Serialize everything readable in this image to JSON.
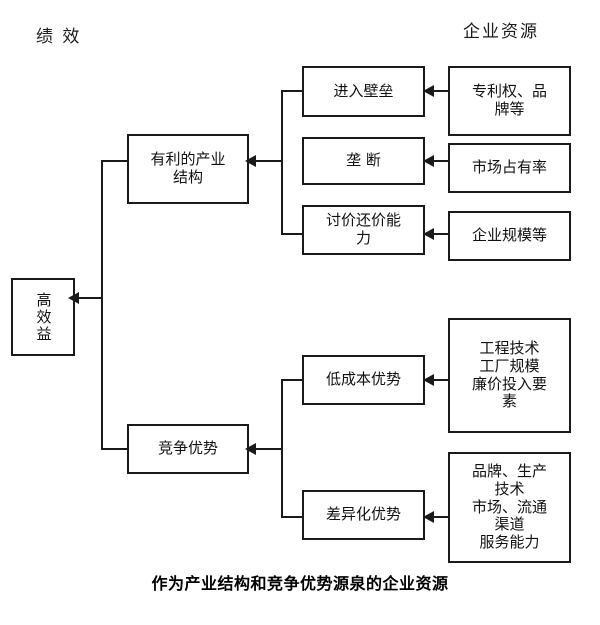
{
  "headers": {
    "left": "绩 效",
    "right": "企业资源"
  },
  "nodes": {
    "high_benefit": "高效益",
    "favorable_structure": "有利的产业\n结构",
    "competitive_advantage": "竞争优势",
    "entry_barrier": "进入壁垒",
    "monopoly": "垄 断",
    "bargaining_power": "讨价还价能\n力",
    "low_cost_advantage": "低成本优势",
    "differentiation_advantage": "差异化优势",
    "patent_brand": "专利权、品\n牌等",
    "market_share": "市场占有率",
    "enterprise_scale": "企业规模等",
    "engineering_scale_inputs": "工程技术\n工厂规模\n廉价投入要\n素",
    "brand_tech_channel_service": "品牌、生产\n技术\n市场、流通\n渠道\n服务能力"
  },
  "caption": "作为产业结构和竞争优势源泉的企业资源",
  "colors": {
    "line": "#1a1a1a",
    "text": "#111111",
    "background": "#ffffff"
  }
}
